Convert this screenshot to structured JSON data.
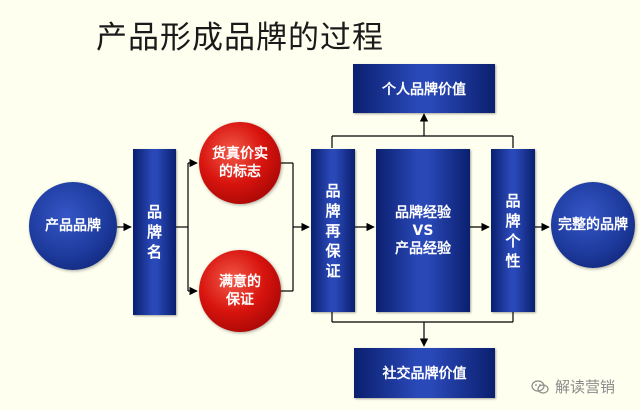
{
  "title": "产品形成品牌的过程",
  "nodes": {
    "product_brand": "产品品牌",
    "brand_name": "品\n牌\n名",
    "quality_mark": "货真价实\n的标志",
    "satisfaction": "满意的\n保证",
    "brand_guarantee": "品\n牌\n再\n保\n证",
    "brand_vs_product": "品牌经验\nVS\n产品经验",
    "brand_personality": "品\n牌\n个\n性",
    "complete_brand": "完整的品牌",
    "personal_value": "个人品牌价值",
    "social_value": "社交品牌价值"
  },
  "watermark": "解读营销",
  "colors": {
    "box_blue": "#1d3a9c",
    "circle_red": "#d8140e",
    "background": "#fffff0"
  }
}
